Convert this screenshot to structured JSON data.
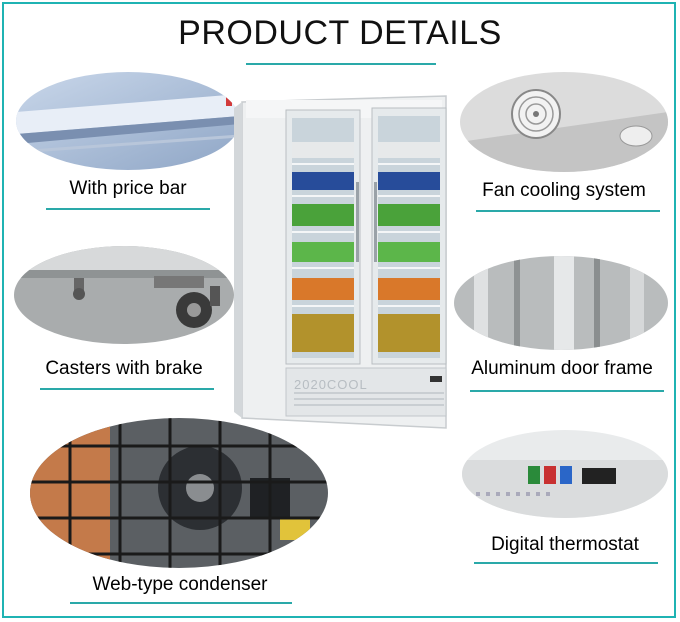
{
  "page_title": "PRODUCT DETAILS",
  "colors": {
    "accent": "#1fb3b3",
    "rule": "#2aa9a9"
  },
  "features": [
    {
      "label": "With price bar",
      "icon": "price-bar-photo"
    },
    {
      "label": "Fan cooling system",
      "icon": "fan-photo"
    },
    {
      "label": "Casters with brake",
      "icon": "caster-photo"
    },
    {
      "label": "Aluminum door frame",
      "icon": "door-frame-photo"
    },
    {
      "label": "Web-type condenser",
      "icon": "condenser-photo"
    },
    {
      "label": "Digital thermostat",
      "icon": "thermostat-photo"
    }
  ],
  "product": {
    "panel_text": "2020COOL"
  }
}
